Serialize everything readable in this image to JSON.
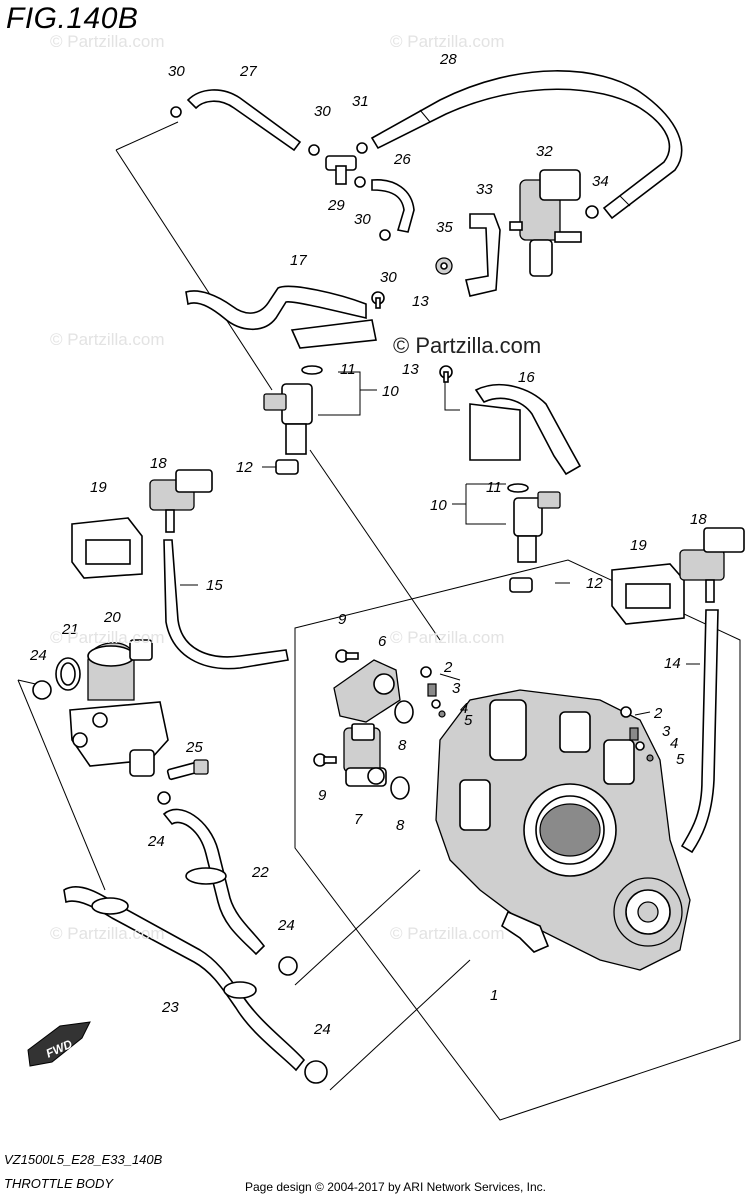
{
  "figure": {
    "title": "FIG.140B",
    "model_code": "VZ1500L5_E28_E33_140B",
    "section_name": "THROTTLE BODY",
    "copyright_text": "Page design © 2004-2017 by ARI Network Services, Inc.",
    "brand_text": "© Partzilla.com",
    "watermark_text": "© Partzilla.com",
    "fwd_label": "FWD"
  },
  "callouts": [
    "1",
    "2",
    "3",
    "4",
    "5",
    "6",
    "7",
    "8",
    "9",
    "10",
    "11",
    "12",
    "13",
    "14",
    "15",
    "16",
    "17",
    "18",
    "19",
    "20",
    "21",
    "22",
    "23",
    "24",
    "25",
    "26",
    "27",
    "28",
    "29",
    "30",
    "31",
    "32",
    "33",
    "34",
    "35"
  ]
}
